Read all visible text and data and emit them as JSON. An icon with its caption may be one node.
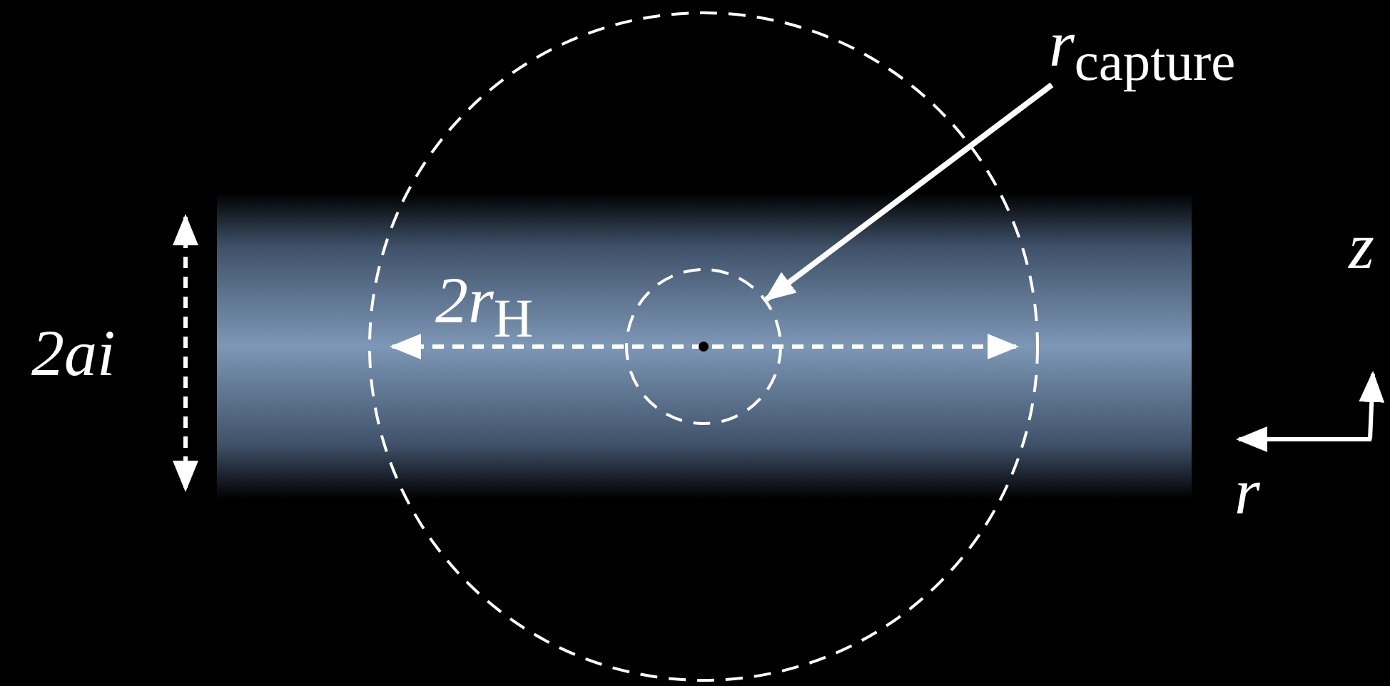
{
  "diagram": {
    "nodes": [
      {
        "text": [],
        "shape": "circle"
      },
      {
        "text": [],
        "shape": "circle",
        "in": 0
      },
      {
        "text": [
          "r$_{capture}$"
        ]
      }
    ],
    "edges": [
      {
        "from": 2,
        "to": 1,
        "arrow": "to"
      }
    ],
    "labels": [
      "2r$_{H}$",
      "2ai",
      "z",
      "r"
    ]
  }
}
